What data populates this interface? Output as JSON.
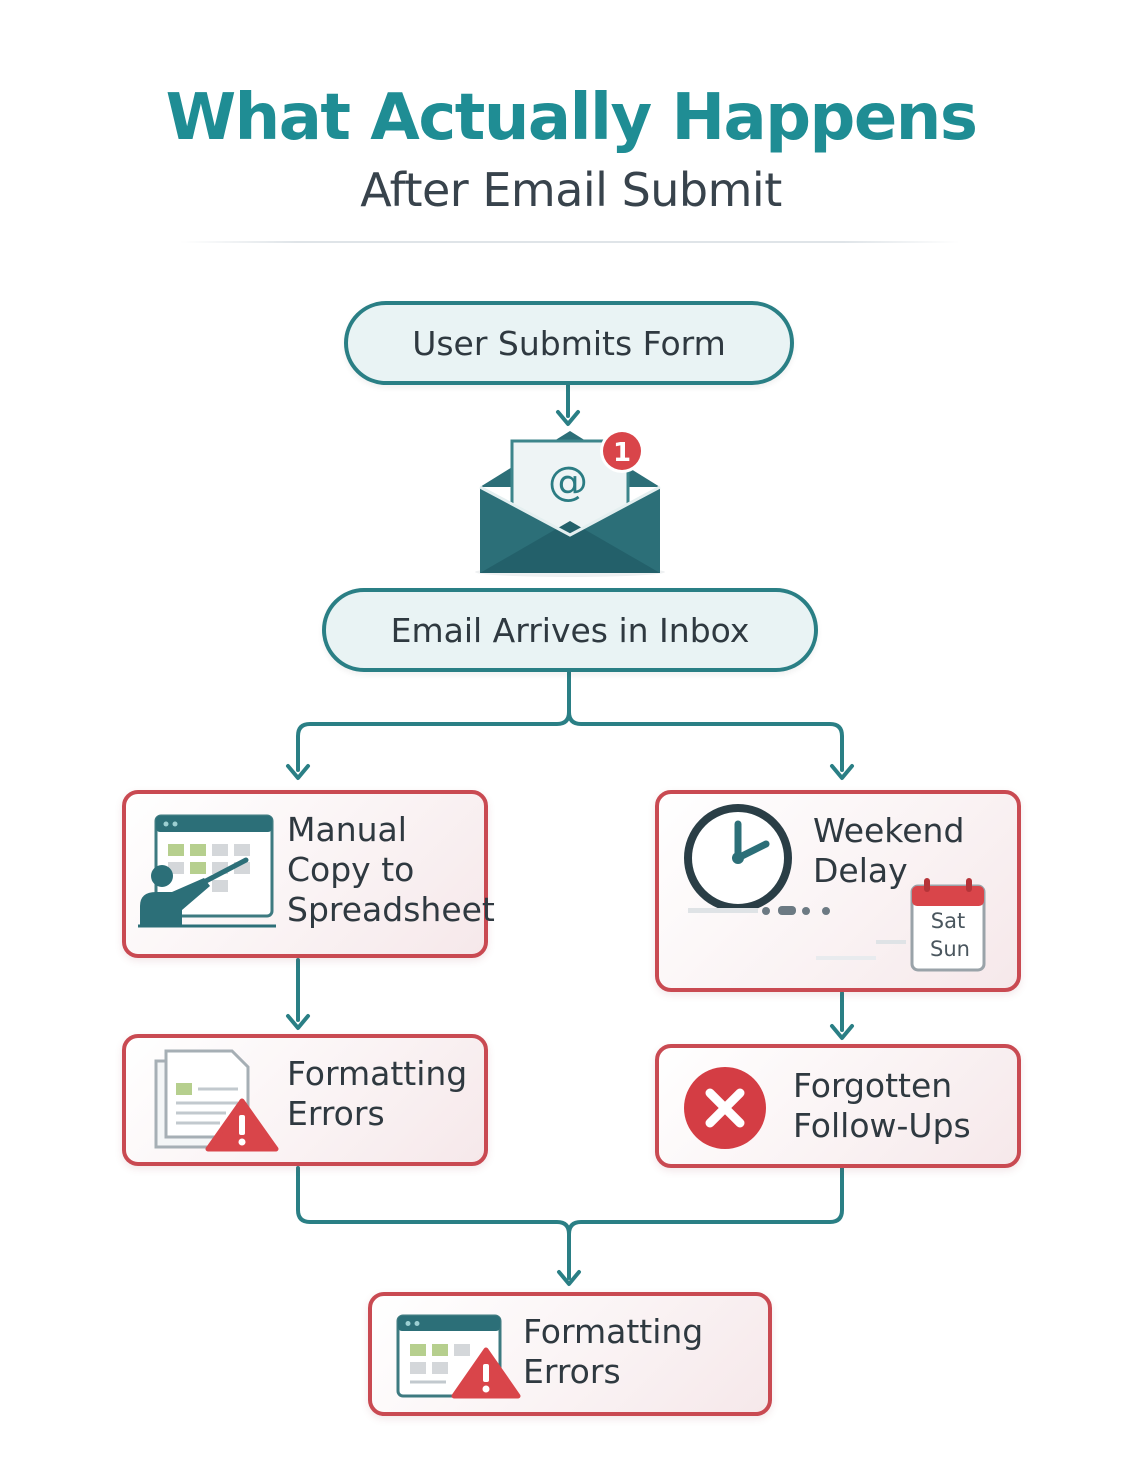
{
  "title": "What Actually Happens",
  "subtitle": "After Email Submit",
  "nodes": {
    "submit": "User Submits Form",
    "inbox": "Email Arrives in Inbox",
    "manual_copy": "Manual\nCopy to\nSpreadsheet",
    "weekend_delay": "Weekend\nDelay",
    "formatting_errors_left": "Formatting\nErrors",
    "forgotten_followups": "Forgotten\nFollow-Ups",
    "formatting_errors_bottom": "Formatting\nErrors"
  },
  "email_icon": {
    "symbol": "@",
    "badge_count": "1"
  },
  "calendar_icon": {
    "line1": "Sat",
    "line2": "Sun"
  },
  "colors": {
    "teal": "#2a7f85",
    "title_teal": "#1f8d94",
    "red": "#c94a52",
    "dark_text": "#2f3940"
  }
}
